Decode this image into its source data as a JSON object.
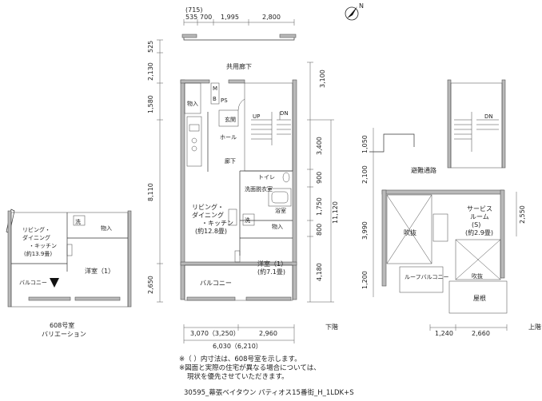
{
  "compass_label": "N",
  "dimensions_top": {
    "d715": "(715)",
    "d535": "535",
    "d700": "700",
    "d1995": "1,995",
    "d2800": "2,800"
  },
  "dimensions_left": {
    "d525": "525",
    "d2130": "2,130",
    "d1580": "1,580",
    "d8110": "8,110",
    "d2650": "2,650"
  },
  "dimensions_right": {
    "d3100": "3,100",
    "d3400": "3,400",
    "d900": "900",
    "d1750": "1,750",
    "d11120": "11,120",
    "d800": "800",
    "d4180": "4,180"
  },
  "dimensions_bottom": {
    "d3070": "3,070（3,250）",
    "d2960": "2,960",
    "d6030": "6,030（6,210）"
  },
  "upper_dimensions": {
    "d1050": "1,050",
    "d2100": "2,100",
    "d3990": "3,990",
    "d1200": "1,200",
    "d2550": "2,550",
    "d1240": "1,240",
    "d2660": "2,660"
  },
  "main_plan": {
    "common_corridor": "共用廊下",
    "storage1": "物入",
    "mb": "M",
    "mb2": "B",
    "ps": "PS",
    "entrance": "玄関",
    "hall": "ホール",
    "corridor": "廊下",
    "up": "UP",
    "dn": "DN",
    "toilet": "トイレ",
    "washroom": "洗面脱衣室",
    "bathroom": "浴室",
    "living": "リビング・",
    "living2": "ダイニング",
    "living3": "・キッチン",
    "living_area": "(約12.8畳)",
    "wash_mark": "洗",
    "storage2": "物入",
    "bedroom": "洋室（1）",
    "bedroom_area": "(約7.1畳)",
    "balcony": "バルコニー",
    "floor_label": "下階"
  },
  "variation_plan": {
    "living": "リビング・",
    "living2": "ダイニング",
    "living3": "・キッチン",
    "living_area": "(約13.9畳)",
    "wash_mark": "洗",
    "storage": "物入",
    "bedroom": "洋室（1）",
    "balcony": "バルコニー",
    "caption1": "608号室",
    "caption2": "バリエーション"
  },
  "upper_plan": {
    "evac": "避難通路",
    "dn": "DN",
    "void1": "吹抜",
    "service": "サービス",
    "service2": "ルーム",
    "service3": "(S)",
    "service_area": "(約2.9畳)",
    "void2": "吹抜",
    "roof_balcony": "ルーフバルコニー",
    "roof": "屋根",
    "floor_label": "上階"
  },
  "notes": {
    "line1": "※（ ）内寸法は、608号室を示します。",
    "line2": "※図面と実際の住宅が異なる場合については、",
    "line3": "現状を優先させていただきます。",
    "footer": "30595_幕張ベイタウン パティオス15番街_H_1LDK+S"
  }
}
